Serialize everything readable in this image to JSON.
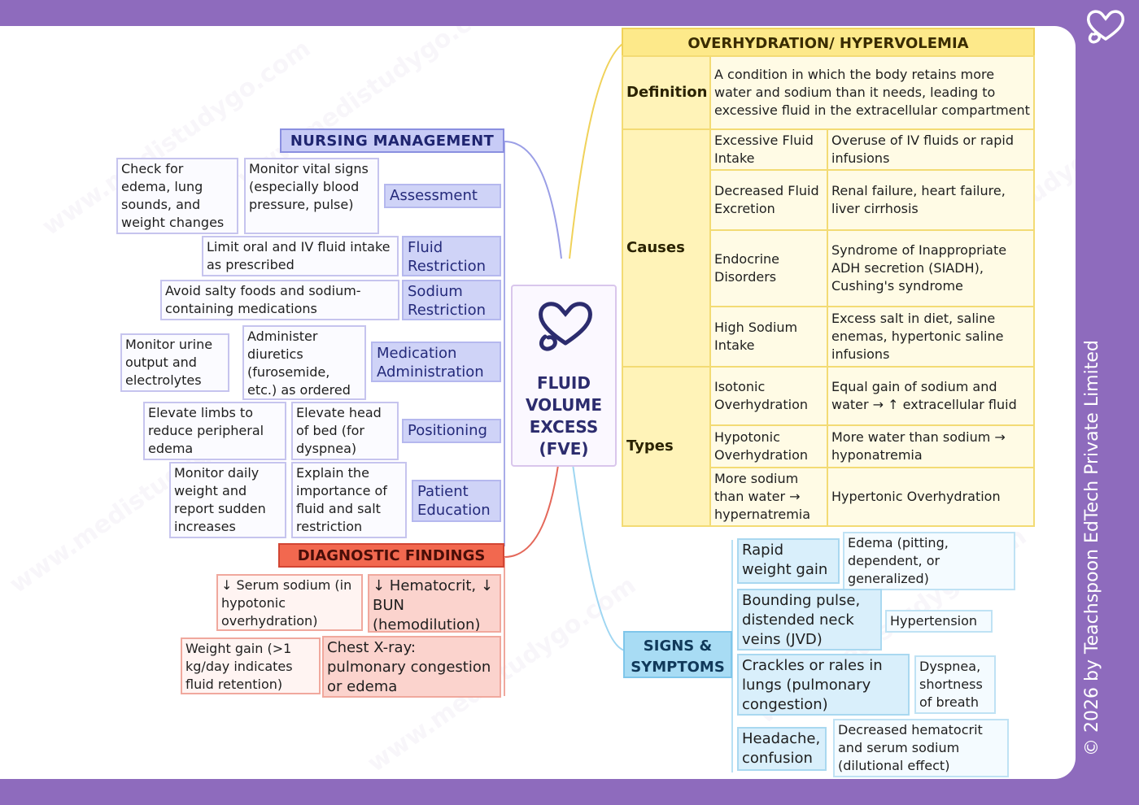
{
  "watermark": "www.medistudygo.com",
  "copyright": "© 2026 by Teachspoon EdTech Private Limited",
  "center": {
    "title": "FLUID VOLUME EXCESS (FVE)"
  },
  "nursing": {
    "title": "NURSING MANAGEMENT",
    "assessment": {
      "label": "Assessment",
      "items": [
        "Check for edema, lung sounds, and weight changes",
        "Monitor vital signs (especially blood pressure, pulse)"
      ]
    },
    "fluid_restriction": {
      "label": "Fluid Restriction",
      "items": [
        "Limit oral and IV fluid intake as prescribed"
      ]
    },
    "sodium_restriction": {
      "label": "Sodium Restriction",
      "items": [
        "Avoid salty foods and sodium-containing medications"
      ]
    },
    "medication": {
      "label": "Medication Administration",
      "items": [
        "Monitor urine output and electrolytes",
        "Administer diuretics (furosemide, etc.) as ordered"
      ]
    },
    "positioning": {
      "label": "Positioning",
      "items": [
        "Elevate limbs to reduce peripheral edema",
        "Elevate head of bed (for dyspnea)"
      ]
    },
    "education": {
      "label": "Patient Education",
      "items": [
        "Monitor daily weight and report sudden increases",
        "Explain the importance of fluid and salt restriction"
      ]
    }
  },
  "diagnostic": {
    "title": "DIAGNOSTIC FINDINGS",
    "items": [
      "↓ Serum sodium (in hypotonic overhydration)",
      "↓ Hematocrit, ↓ BUN (hemodilution)",
      "Weight gain (>1 kg/day indicates fluid retention)",
      "Chest X-ray: pulmonary congestion or edema"
    ]
  },
  "overhydration": {
    "title": "OVERHYDRATION/ HYPERVOLEMIA",
    "definition": {
      "label": "Definition",
      "text": "A condition in which the body retains more water and sodium than it needs, leading to excessive fluid in the extracellular compartment"
    },
    "causes": {
      "label": "Causes",
      "rows": [
        {
          "name": "Excessive Fluid Intake",
          "detail": "Overuse of IV fluids or rapid infusions"
        },
        {
          "name": "Decreased Fluid Excretion",
          "detail": "Renal failure, heart failure, liver cirrhosis"
        },
        {
          "name": "Endocrine Disorders",
          "detail": "Syndrome of Inappropriate ADH secretion (SIADH), Cushing's syndrome"
        },
        {
          "name": "High Sodium Intake",
          "detail": "Excess salt in diet, saline enemas, hypertonic saline infusions"
        }
      ]
    },
    "types": {
      "label": "Types",
      "rows": [
        {
          "name": "Isotonic Overhydration",
          "detail": "Equal gain of sodium and water → ↑ extracellular fluid"
        },
        {
          "name": "Hypotonic Overhydration",
          "detail": "More water than sodium → hyponatremia"
        },
        {
          "name": "More sodium than water → hypernatremia",
          "detail": "Hypertonic Overhydration"
        }
      ]
    }
  },
  "signs": {
    "title": "SIGNS & SYMPTOMS",
    "items": [
      {
        "name": "Rapid weight gain",
        "detail": "Edema (pitting, dependent, or generalized)"
      },
      {
        "name": "Bounding pulse, distended neck veins (JVD)",
        "detail": "Hypertension"
      },
      {
        "name": "Crackles or rales in lungs (pulmonary congestion)",
        "detail": "Dyspnea, shortness of breath"
      },
      {
        "name": "Headache, confusion",
        "detail": "Decreased hematocrit and serum sodium (dilutional effect)"
      }
    ]
  },
  "colors": {
    "frame": "#8e6bbd",
    "nursing": "#c7cbf6",
    "diagnostic": "#f2684f",
    "overhydration": "#fde98a",
    "signs": "#a8dcf4"
  },
  "icons": [
    "heart-stethoscope-logo-icon",
    "heart-stethoscope-icon"
  ]
}
